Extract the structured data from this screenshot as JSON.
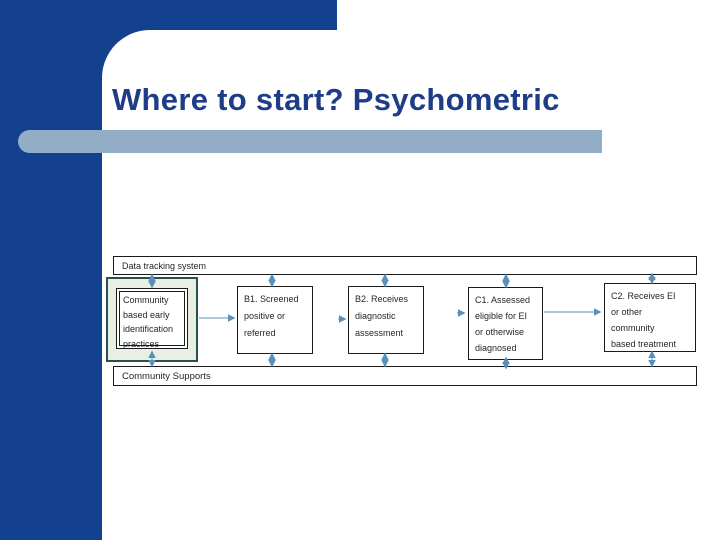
{
  "slide": {
    "title": "Where to start? Psychometric"
  },
  "diagram": {
    "top_bar": "Data tracking system",
    "bottom_bar": "Community Supports",
    "box_a": "Community\nbased early\nidentification\npractices",
    "box_b1": "B1. Screened\npositive or\nreferred",
    "box_b2": "B2. Receives\ndiagnostic\nassessment",
    "box_c1": "C1. Assessed\neligible for EI\nor otherwise\ndiagnosed",
    "box_c2": "C2. Receives EI\nor other\ncommunity\nbased treatment"
  },
  "colors": {
    "frame_navy": "#14418F",
    "title_navy": "#1E3C88",
    "accent_bar": "#92AEC7",
    "highlight_fill": "#E7F0E2",
    "highlight_border": "#27524C",
    "arrow_line": "#8FB6D2",
    "arrow_head": "#5890BA",
    "box_border": "#1a1a1a",
    "box_text": "#262626"
  }
}
